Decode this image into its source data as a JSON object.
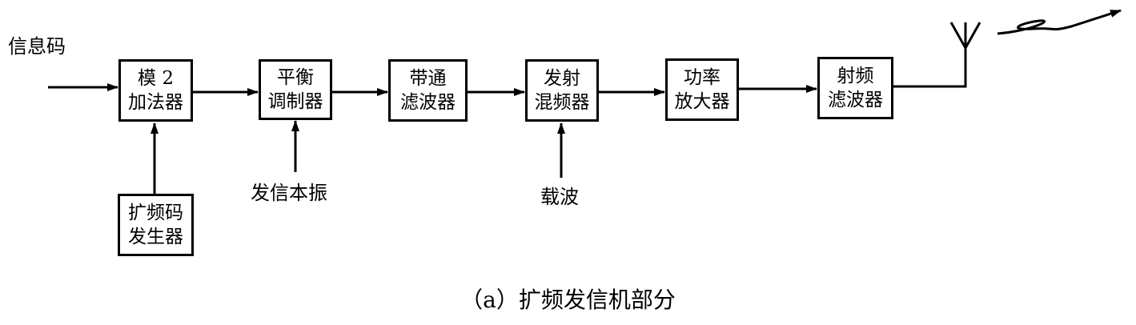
{
  "blocks": {
    "mod2_adder": {
      "line1": "模 2",
      "line2": "加法器"
    },
    "balanced_modulator": {
      "line1": "平衡",
      "line2": "调制器"
    },
    "bandpass_filter": {
      "line1": "带通",
      "line2": "滤波器"
    },
    "transmit_mixer": {
      "line1": "发射",
      "line2": "混频器"
    },
    "power_amplifier": {
      "line1": "功率",
      "line2": "放大器"
    },
    "rf_filter": {
      "line1": "射频",
      "line2": "滤波器"
    },
    "spread_code_generator": {
      "line1": "扩频码",
      "line2": "发生器"
    }
  },
  "labels": {
    "info_code": "信息码",
    "local_oscillator": "发信本振",
    "carrier": "载波"
  },
  "caption": "（a）扩频发信机部分",
  "icons": {
    "antenna": "antenna-icon",
    "radio_wave": "radio-wave-icon"
  }
}
